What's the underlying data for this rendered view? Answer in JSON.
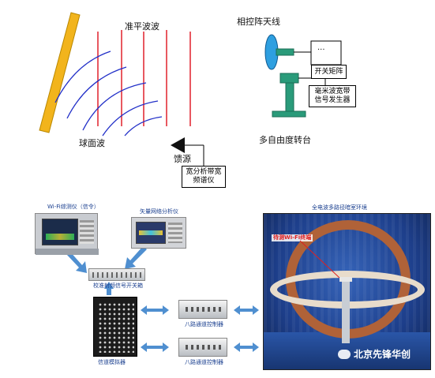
{
  "top": {
    "plane_wave": "准平波波",
    "phased_array": "相控阵天线",
    "switch_matrix": "开关矩阵",
    "dots": "...",
    "mmwave_gen_line1": "毫米波宽带",
    "mmwave_gen_line2": "信号发生器",
    "spherical_wave": "球面波",
    "dof_turntable": "多自由度转台",
    "feed_source": "馈源",
    "spectrum_line1": "宽分析带宽",
    "spectrum_line2": "频谱仪"
  },
  "bottom": {
    "signal_analyzer": "Wi-Fi综测仪（信令）",
    "vna": "矢量网络分析仪",
    "rf_switch_box": "校准射频信号开关箱",
    "chamber": "全电波多路径暗室环境",
    "dut_label": "待测Wi-Fi终端",
    "channel_emulator": "信道模拟器",
    "eight_ch_ctrl_a": "八路通道控制器",
    "eight_ch_ctrl_b": "八路通道控制器",
    "watermark": "北京先锋华创"
  },
  "colors": {
    "reflector": "#f2b41c",
    "plane_wave_lines": "#e0202a",
    "spherical_arcs": "#2230c8",
    "antenna": "#2e9fe0",
    "turntable": "#2a9b7a",
    "arrows": "#4f8fd0",
    "chamber_bg": "#1d3e8a",
    "ring": "#b06238"
  }
}
